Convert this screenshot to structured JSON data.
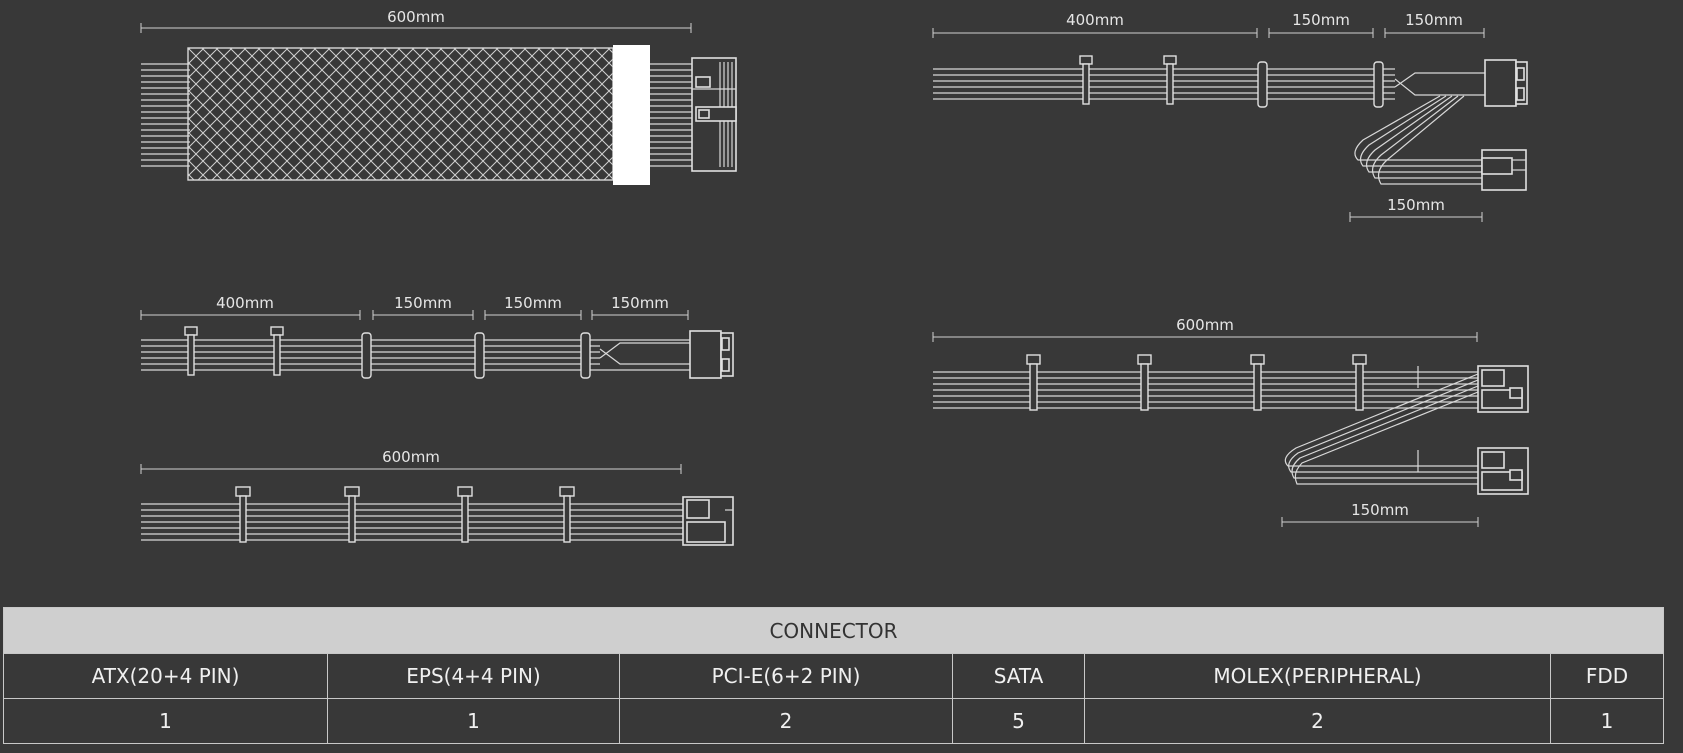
{
  "colors": {
    "background": "#383838",
    "line": "#d8d8d8",
    "header_bg": "#cfcfcf",
    "header_text": "#333333"
  },
  "cables": {
    "atx": {
      "label_total": "600mm"
    },
    "eps": {
      "label_a": "400mm",
      "label_b": "150mm",
      "label_c": "150mm",
      "label_split": "150mm"
    },
    "sata": {
      "label_a": "400mm",
      "label_b": "150mm",
      "label_c": "150mm",
      "label_d": "150mm"
    },
    "pcie": {
      "label_total": "600mm",
      "label_split": "150mm"
    },
    "molex": {
      "label_total": "600mm"
    }
  },
  "table": {
    "title": "CONNECTOR",
    "headers": [
      "ATX(20+4 PIN)",
      "EPS(4+4 PIN)",
      "PCI-E(6+2 PIN)",
      "SATA",
      "MOLEX(PERIPHERAL)",
      "FDD"
    ],
    "counts": [
      "1",
      "1",
      "2",
      "5",
      "2",
      "1"
    ]
  }
}
